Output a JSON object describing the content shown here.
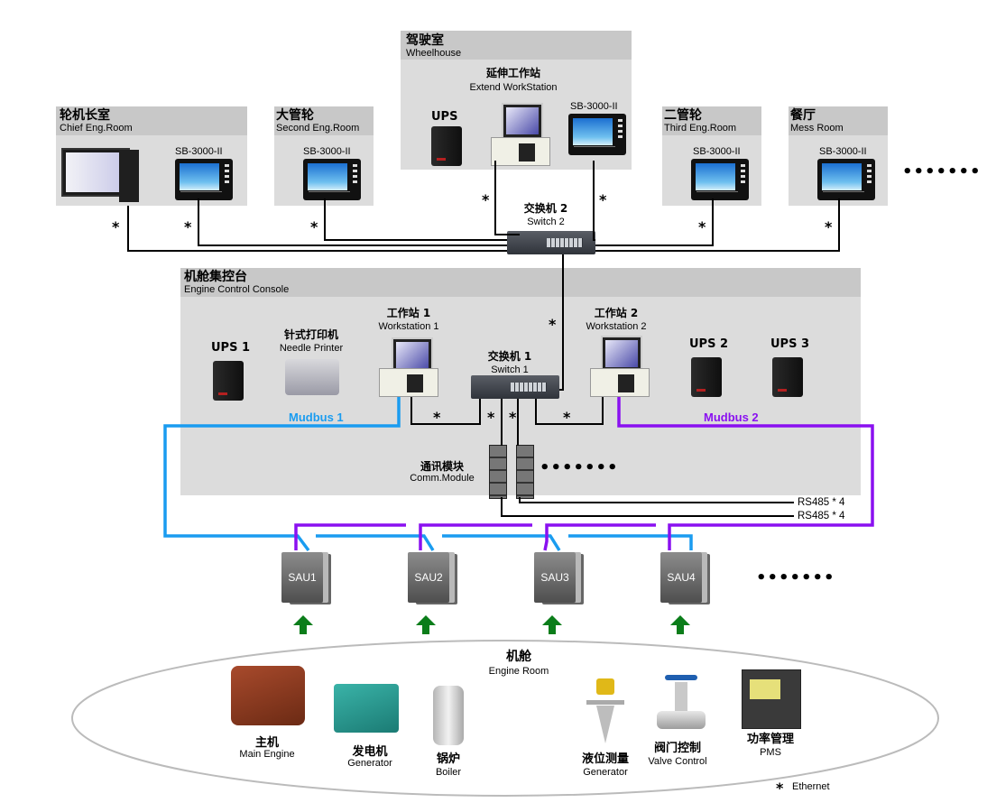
{
  "rooms": {
    "wheelhouse": {
      "zh": "驾驶室",
      "en": "Wheelhouse"
    },
    "chief": {
      "zh": "轮机长室",
      "en": "Chief Eng.Room"
    },
    "second": {
      "zh": "大管轮",
      "en": "Second Eng.Room"
    },
    "third": {
      "zh": "二管轮",
      "en": "Third Eng.Room"
    },
    "mess": {
      "zh": "餐厅",
      "en": "Mess Room"
    },
    "console": {
      "zh": "机舱集控台",
      "en": "Engine Control Console"
    },
    "engine_room": {
      "zh": "机舱",
      "en": "Engine Room"
    }
  },
  "devices": {
    "extend_ws": {
      "zh": "延伸工作站",
      "en": "Extend WorkStation"
    },
    "ups_wheelhouse": "UPS",
    "sb_model": "SB-3000-II",
    "switch2": {
      "zh": "交换机 2",
      "en": "Switch 2"
    },
    "switch1": {
      "zh": "交换机 1",
      "en": "Switch 1"
    },
    "ws1": {
      "zh": "工作站 1",
      "en": "Workstation 1"
    },
    "ws2": {
      "zh": "工作站 2",
      "en": "Workstation 2"
    },
    "printer": {
      "zh": "针式打印机",
      "en": "Needle Printer"
    },
    "ups1": "UPS 1",
    "ups2": "UPS 2",
    "ups3": "UPS 3",
    "comm": {
      "zh": "通讯模块",
      "en": "Comm.Module"
    },
    "sau": [
      "SAU1",
      "SAU2",
      "SAU3",
      "SAU4"
    ]
  },
  "buses": {
    "mudbus1": {
      "label": "Mudbus 1",
      "color": "#1a9cf0"
    },
    "mudbus2": {
      "label": "Mudbus 2",
      "color": "#8a10f0"
    },
    "rs485": [
      "RS485 * 4",
      "RS485 * 4"
    ]
  },
  "equipment": [
    {
      "zh": "主机",
      "en": "Main Engine"
    },
    {
      "zh": "发电机",
      "en": "Generator"
    },
    {
      "zh": "锅炉",
      "en": "Boiler"
    },
    {
      "zh": "液位测量",
      "en": "Generator"
    },
    {
      "zh": "阀门控制",
      "en": "Valve Control"
    },
    {
      "zh": "功率管理",
      "en": "PMS"
    }
  ],
  "legend": {
    "symbol": "*",
    "label": "Ethernet"
  },
  "ellipsis": "•••••••",
  "star": "*"
}
